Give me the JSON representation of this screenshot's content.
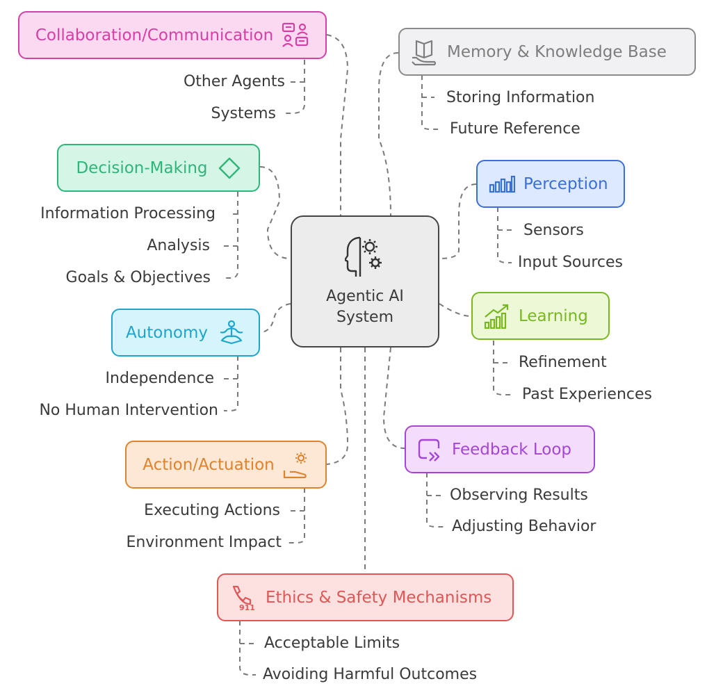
{
  "center": {
    "label_line1": "Agentic AI",
    "label_line2": "System",
    "icon": "head-gears-icon"
  },
  "nodes": {
    "collaboration": {
      "label": "Collaboration/Communication",
      "icon": "chat-people-icon",
      "color": "#d63fa5",
      "fill": "#fbd9f1",
      "children": [
        "Other Agents",
        "Systems"
      ]
    },
    "memory": {
      "label": "Memory & Knowledge Base",
      "icon": "book-hand-icon",
      "color": "#8a8a8a",
      "fill": "#f1f1f3",
      "children": [
        "Storing Information",
        "Future Reference"
      ]
    },
    "decision": {
      "label": "Decision-Making",
      "icon": "diamond-icon",
      "color": "#2eb57a",
      "fill": "#d5f6e6",
      "children": [
        "Information Processing",
        "Analysis",
        "Goals & Objectives"
      ]
    },
    "perception": {
      "label": "Perception",
      "icon": "bar-chart-icon",
      "color": "#3b6fd8",
      "fill": "#dde9ff",
      "children": [
        "Sensors",
        "Input Sources"
      ]
    },
    "learning": {
      "label": "Learning",
      "icon": "growth-chart-icon",
      "color": "#78b81f",
      "fill": "#ecf8d6",
      "children": [
        "Refinement",
        "Past Experiences"
      ]
    },
    "autonomy": {
      "label": "Autonomy",
      "icon": "meditation-icon",
      "color": "#1ea5cc",
      "fill": "#d6f4fc",
      "children": [
        "Independence",
        "No Human Intervention"
      ]
    },
    "feedback": {
      "label": "Feedback Loop",
      "icon": "loop-arrow-icon",
      "color": "#a445d6",
      "fill": "#f4dcfd",
      "children": [
        "Observing Results",
        "Adjusting Behavior"
      ]
    },
    "action": {
      "label": "Action/Actuation",
      "icon": "hand-gear-icon",
      "color": "#e0822b",
      "fill": "#fde8d6",
      "children": [
        "Executing Actions",
        "Environment Impact"
      ]
    },
    "ethics": {
      "label": "Ethics & Safety Mechanisms",
      "icon": "emergency-phone-911-icon",
      "color": "#e05555",
      "fill": "#fde1e1",
      "children": [
        "Acceptable Limits",
        "Avoiding Harmful Outcomes"
      ]
    }
  }
}
